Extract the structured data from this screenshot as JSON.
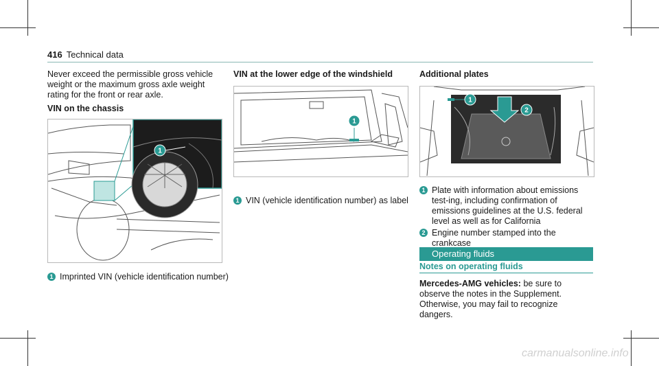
{
  "header": {
    "page_number": "416",
    "section": "Technical data"
  },
  "col1": {
    "intro": "Never exceed the permissible gross vehicle weight or the maximum gross axle weight rating for the front or rear axle.",
    "heading": "VIN on the chassis",
    "caption_num": "1",
    "caption": "Imprinted VIN (vehicle identification number)"
  },
  "col2": {
    "heading": "VIN at the lower edge of the windshield",
    "caption_num": "1",
    "caption": "VIN (vehicle identification number) as label"
  },
  "col3": {
    "heading": "Additional plates",
    "items": [
      {
        "num": "1",
        "text": "Plate with information about emissions test-ing, including confirmation of emissions guidelines at the U.S. federal level as well as for California"
      },
      {
        "num": "2",
        "text": "Engine number stamped into the crankcase"
      }
    ],
    "section_bar": "Operating fluids",
    "subheading": "Notes on operating fluids",
    "note_bold": "Mercedes-AMG vehicles:",
    "note_text": " be sure to observe the notes in the Supplement. Otherwise, you may fail to recognize dangers."
  },
  "watermark": "carmanualsonline.info",
  "colors": {
    "accent": "#2a9a93",
    "rule": "#8ab8b4"
  }
}
